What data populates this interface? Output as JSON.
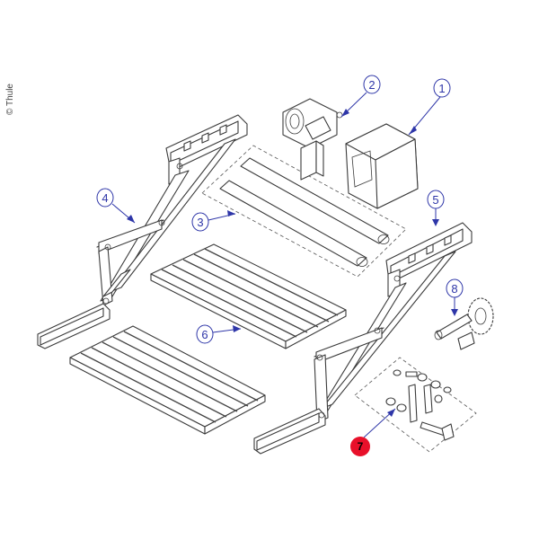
{
  "copyright": "© Thule",
  "colors": {
    "callout_blue": "#2e36a8",
    "callout_highlight": "#e8102a",
    "line": "#3b3b3b"
  },
  "callouts": [
    {
      "label": "1"
    },
    {
      "label": "2"
    },
    {
      "label": "3"
    },
    {
      "label": "4"
    },
    {
      "label": "5"
    },
    {
      "label": "6"
    },
    {
      "label": "7"
    },
    {
      "label": "8"
    }
  ]
}
